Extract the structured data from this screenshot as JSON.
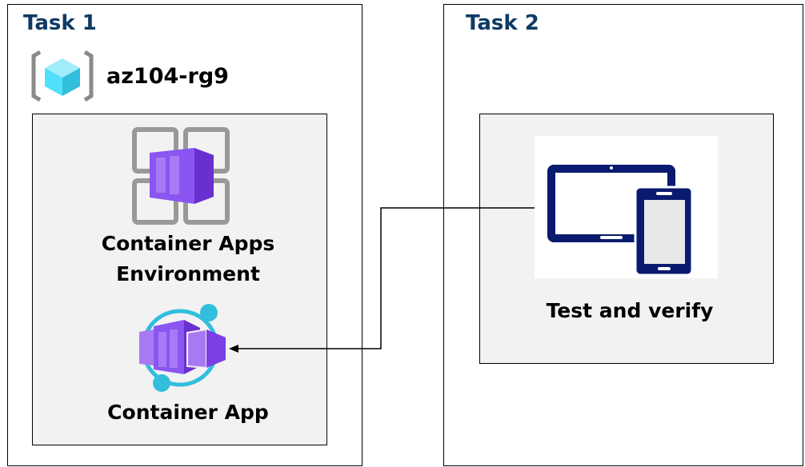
{
  "task1": {
    "title": "Task 1",
    "resource_group": {
      "name": "az104-rg9",
      "icon": "resource-group-icon"
    },
    "environment": {
      "label_line1": "Container Apps",
      "label_line2": "Environment",
      "icon": "container-apps-environment-icon"
    },
    "container_app": {
      "label": "Container App",
      "icon": "container-app-icon"
    }
  },
  "task2": {
    "title": "Task 2",
    "test": {
      "label": "Test and verify",
      "icon": "devices-icon"
    }
  },
  "colors": {
    "title": "#0e3a66",
    "purple": "#7b3fe4",
    "cyan": "#32bedd",
    "navy": "#0a1a6e",
    "panel": "#f2f2f2"
  }
}
